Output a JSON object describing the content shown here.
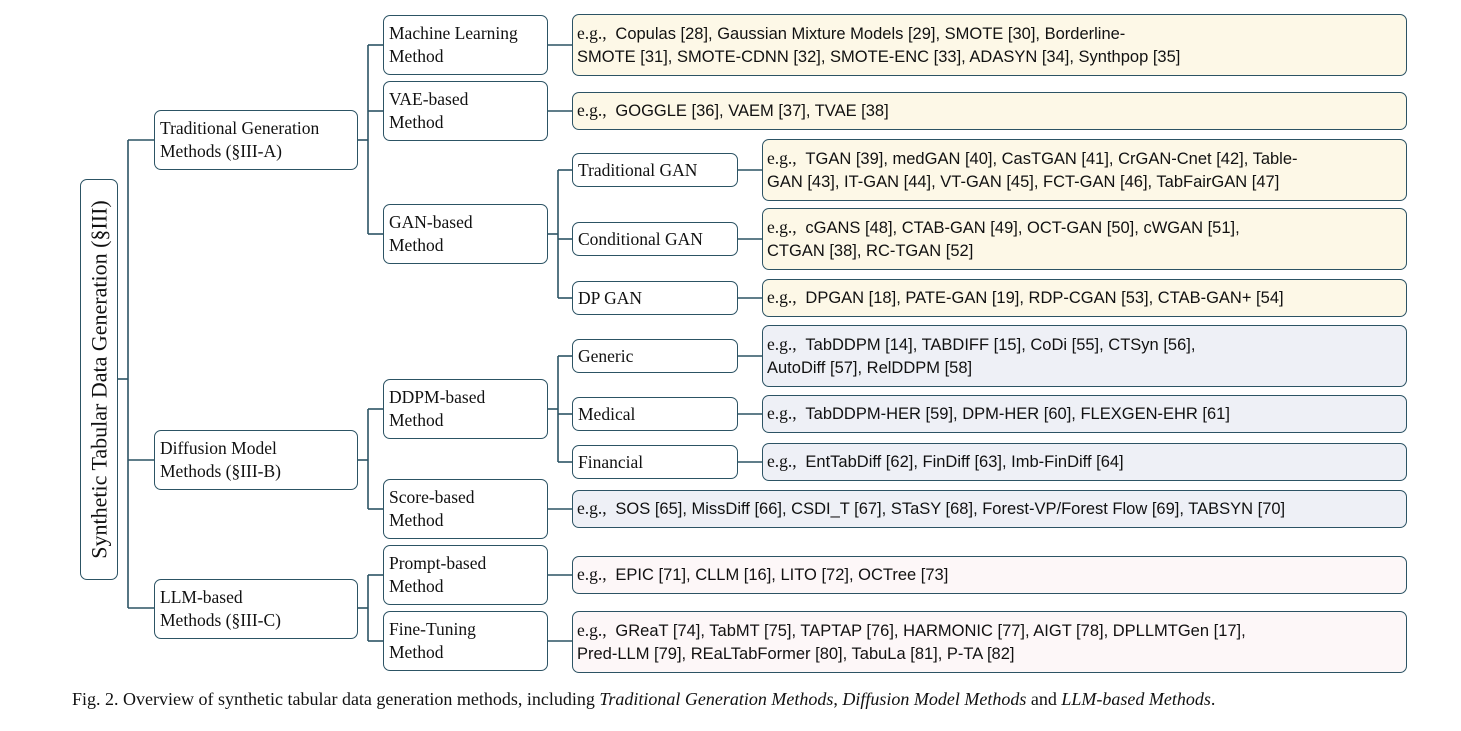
{
  "root": {
    "label": "Synthetic Tabular Data Generation (§III)"
  },
  "categories": {
    "traditional": {
      "line1": "Traditional Generation",
      "line2": "Methods (§III-A)"
    },
    "diffusion": {
      "line1": "Diffusion Model",
      "line2": "Methods (§III-B)"
    },
    "llm": {
      "line1": "LLM-based",
      "line2": "Methods (§III-C)"
    }
  },
  "methods": {
    "ml": {
      "line1": "Machine Learning",
      "line2": "Method"
    },
    "vae": {
      "line1": "VAE-based",
      "line2": "Method"
    },
    "gan": {
      "line1": "GAN-based",
      "line2": "Method"
    },
    "ddpm": {
      "line1": "DDPM-based",
      "line2": "Method"
    },
    "score": {
      "line1": "Score-based",
      "line2": "Method"
    },
    "prompt": {
      "line1": "Prompt-based",
      "line2": "Method"
    },
    "ft": {
      "line1": "Fine-Tuning",
      "line2": "Method"
    }
  },
  "subtypes": {
    "trad_gan": "Traditional GAN",
    "cond_gan": "Conditional GAN",
    "dp_gan": "DP GAN",
    "generic": "Generic",
    "medical": "Medical",
    "financial": "Financial"
  },
  "examples": {
    "ml": {
      "prefix": "e.g.,",
      "line1": "Copulas [28], Gaussian Mixture Models [29], SMOTE [30], Borderline-",
      "line2": "SMOTE [31], SMOTE-CDNN [32], SMOTE-ENC [33], ADASYN [34], Synthpop [35]"
    },
    "vae": {
      "prefix": "e.g.,",
      "line1": "GOGGLE [36], VAEM [37], TVAE [38]"
    },
    "trad_gan": {
      "prefix": "e.g.,",
      "line1": "TGAN [39], medGAN [40], CasTGAN [41], CrGAN-Cnet [42], Table-",
      "line2": "GAN [43], IT-GAN [44], VT-GAN [45], FCT-GAN [46], TabFairGAN [47]"
    },
    "cond_gan": {
      "prefix": "e.g.,",
      "line1": "cGANS [48], CTAB-GAN [49], OCT-GAN [50], cWGAN [51],",
      "line2": "CTGAN [38], RC-TGAN [52]"
    },
    "dp_gan": {
      "prefix": "e.g.,",
      "line1": "DPGAN [18], PATE-GAN [19], RDP-CGAN [53], CTAB-GAN+ [54]"
    },
    "generic": {
      "prefix": "e.g.,",
      "line1": "TabDDPM [14], TABDIFF [15], CoDi [55], CTSyn [56],",
      "line2": "AutoDiff [57], RelDDPM [58]"
    },
    "medical": {
      "prefix": "e.g.,",
      "line1": "TabDDPM-HER [59], DPM-HER [60], FLEXGEN-EHR [61]"
    },
    "financial": {
      "prefix": "e.g.,",
      "line1": "EntTabDiff [62], FinDiff [63], Imb-FinDiff [64]"
    },
    "score": {
      "prefix": "e.g.,",
      "line1": "SOS [65], MissDiff [66], CSDI_T [67], STaSY [68], Forest-VP/Forest Flow [69], TABSYN [70]"
    },
    "prompt": {
      "prefix": "e.g.,",
      "line1": "EPIC [71], CLLM [16], LITO [72], OCTree [73]"
    },
    "ft": {
      "prefix": "e.g.,",
      "line1": "GReaT [74], TabMT [75], TAPTAP [76], HARMONIC [77], AIGT [78], DPLLMTGen [17],",
      "line2": "Pred-LLM [79], REaLTabFormer [80], TabuLa [81], P-TA [82]"
    }
  },
  "caption": {
    "prefix": "Fig. 2.  Overview of synthetic tabular data generation methods, including ",
    "em1": "Traditional Generation Methods",
    "sep1": ", ",
    "em2": "Diffusion Model Methods",
    "sep2": " and ",
    "em3": "LLM-based Methods",
    "suffix": "."
  },
  "colors": {
    "border": "#2c5364",
    "traditional_fill": "#fdf8e7",
    "diffusion_fill": "#eef0f6",
    "llm_fill": "#fdf7f8"
  }
}
